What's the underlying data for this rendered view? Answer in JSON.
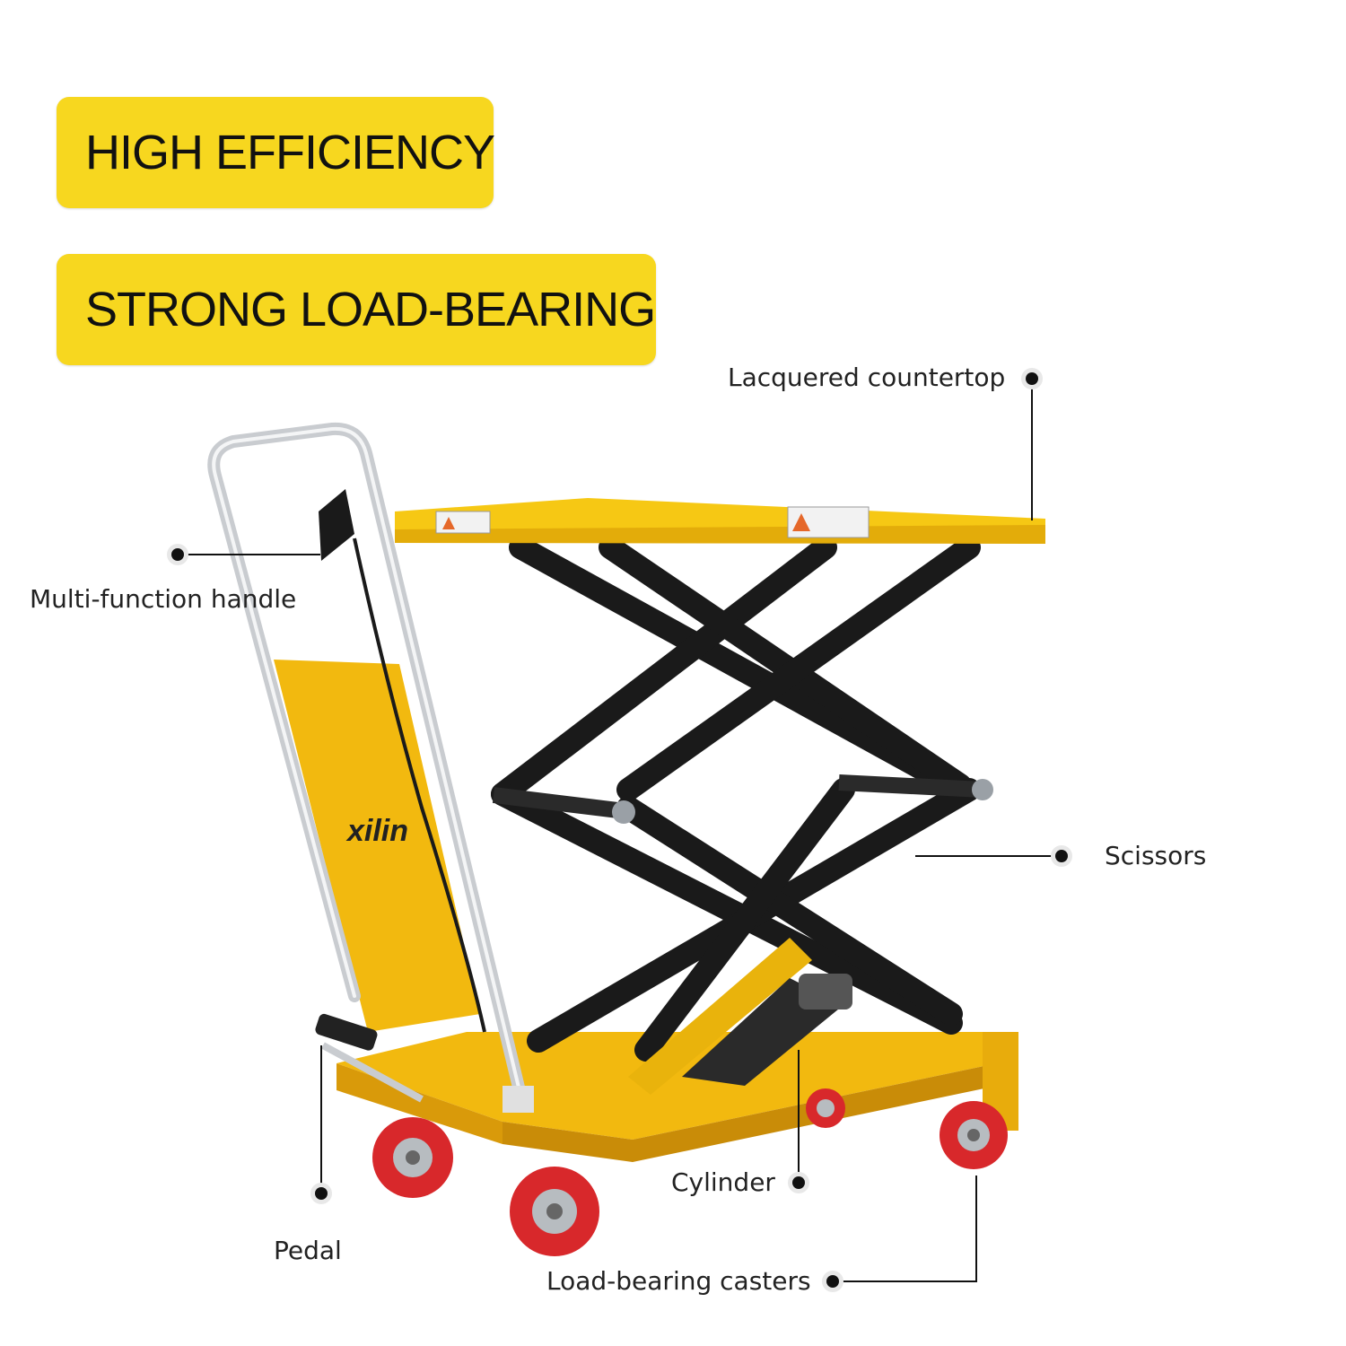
{
  "headlines": {
    "efficiency": "HIGH EFFICIENCY",
    "load_bearing": "STRONG LOAD-BEARING"
  },
  "brand": {
    "logo_text": "xilin"
  },
  "callouts": {
    "countertop": "Lacquered countertop",
    "handle": "Multi-function handle",
    "scissors": "Scissors",
    "cylinder": "Cylinder",
    "pedal": "Pedal",
    "casters": "Load-bearing casters"
  },
  "colors": {
    "badge_yellow": "#f7d71f",
    "body_yellow": "#f2b90f",
    "scissor_black": "#1a1a1a",
    "wheel_red": "#d8282b",
    "chrome": "#c9ccd0"
  }
}
